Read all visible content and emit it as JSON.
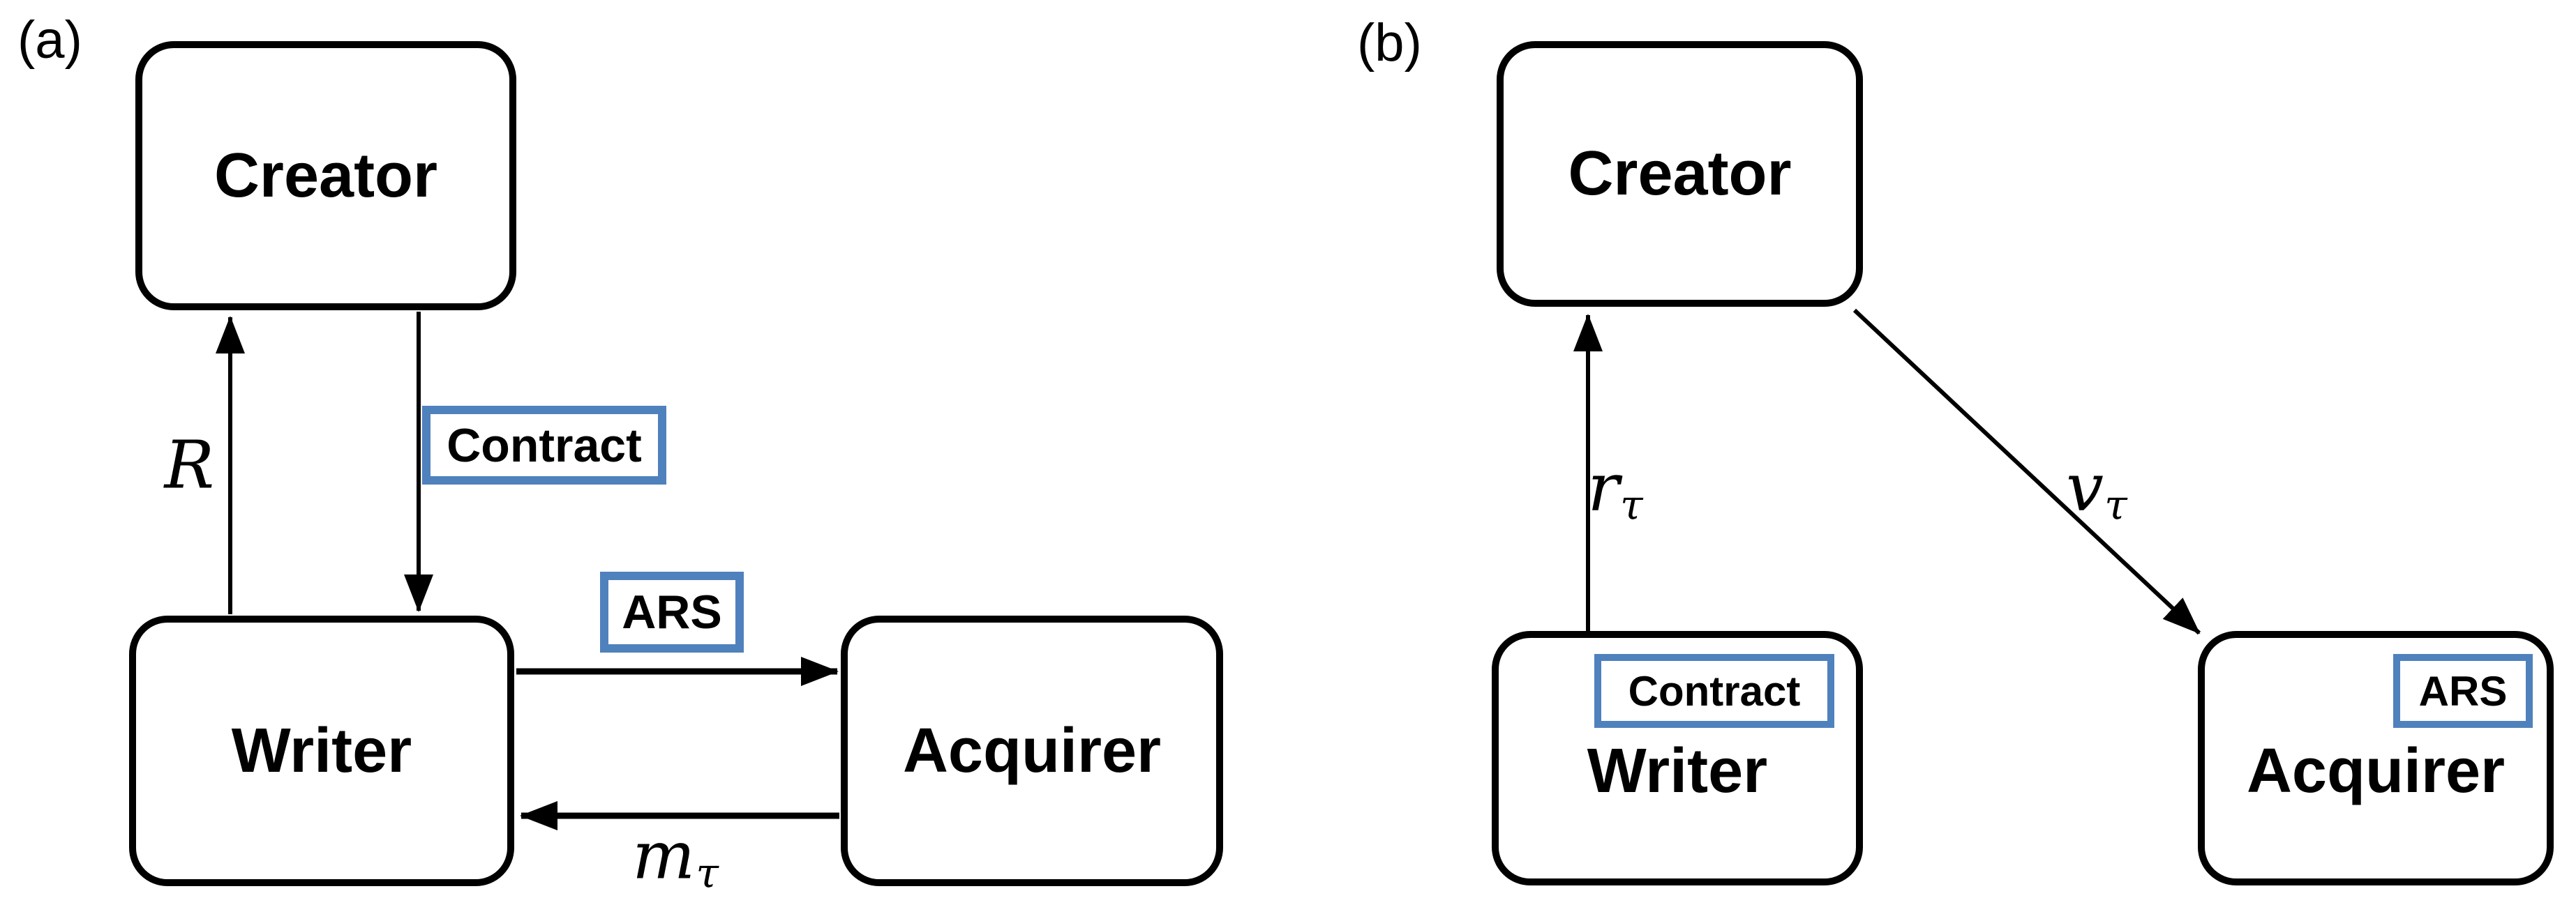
{
  "colors": {
    "badge_border": "#4F81BD",
    "line": "#000000",
    "text": "#000000",
    "background": "#FFFFFF"
  },
  "panel_a": {
    "tag": "(a)",
    "nodes": {
      "creator": "Creator",
      "writer": "Writer",
      "acquirer": "Acquirer"
    },
    "badges": {
      "contract": "Contract",
      "ars": "ARS"
    },
    "edge_labels": {
      "reward": {
        "main": "R",
        "sub": ""
      },
      "message": {
        "main": "m",
        "sub": "τ"
      }
    }
  },
  "panel_b": {
    "tag": "(b)",
    "nodes": {
      "creator": "Creator",
      "writer": "Writer",
      "acquirer": "Acquirer"
    },
    "badges": {
      "contract": "Contract",
      "ars": "ARS"
    },
    "edge_labels": {
      "royalty": {
        "main": "r",
        "sub": "τ"
      },
      "value": {
        "main": "v",
        "sub": "τ"
      }
    }
  }
}
